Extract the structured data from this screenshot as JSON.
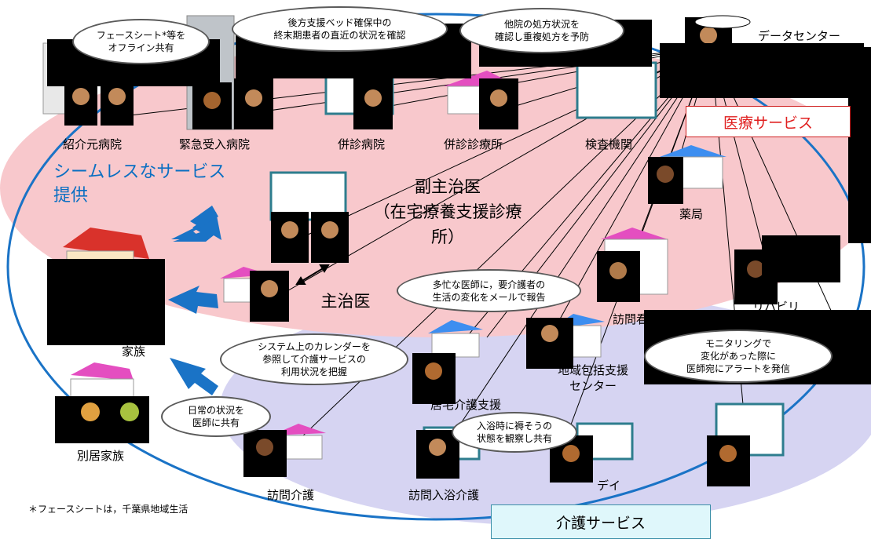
{
  "bubbles": {
    "b1": "フェースシート*等を\nオフライン共有",
    "b2": "後方支援ベッド確保中の\n終末期患者の直近の状況を確認",
    "b3": "他院の処方状況を\n確認し重複処方を予防",
    "b4": "多忙な医師に，要介護者の\n生活の変化をメールで報告",
    "b5": "システム上のカレンダーを\n参照して介護サービスの\n利用状況を把握",
    "b6": "日常の状況を\n医師に共有",
    "b7": "入浴時に褥そうの\n状態を観察し共有",
    "b8": "モニタリングで\n変化があった際に\n医師宛にアラートを発信"
  },
  "facilities": {
    "shoukaimoto": "紹介元病院",
    "kinkyu": "緊急受入病院",
    "heishin_byoin": "併診病院",
    "heishin_shinryojo": "併診診療所",
    "kensa": "検査機関",
    "yakkyoku": "薬局",
    "rehab": "リハビリ",
    "houmon_kango": "訪問看護",
    "chiiki": "地域包括支援\nセンター",
    "kyotaku": "居宅介護支援",
    "houmon_kaigo": "訪問介護",
    "houmon_nyuyoku": "訪問入浴介護",
    "day": "デイ",
    "kazoku": "家族",
    "bekkyo": "別居家族",
    "datacenter": "データセンター"
  },
  "roles": {
    "fuku": "副主治医\n（在宅療養支援診療\n所）",
    "shuji": "主治医"
  },
  "seamless": "シームレスなサービス\n提供",
  "service_labels": {
    "iryo": "医療サービス",
    "kaigo": "介護サービス"
  },
  "footnote": "＊フェースシートは，千葉県地域生活",
  "colors": {
    "medical_fill": "#f8c8cc",
    "care_fill": "#d6d4f2",
    "ring": "#1a73c6",
    "arrow": "#1a73c6",
    "iryo_text": "#e02020",
    "kaigo_box": "#dff7fb"
  }
}
